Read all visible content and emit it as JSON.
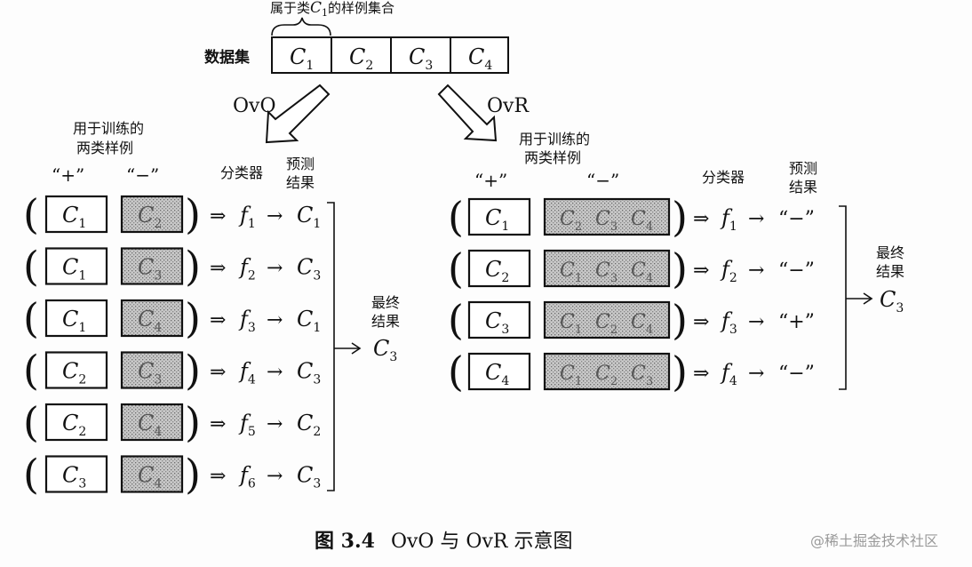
{
  "dataset": {
    "label": "数据集",
    "brace_label_prefix": "属于类",
    "brace_label_sym": "C",
    "brace_label_sub": "1",
    "brace_label_suffix": "的样例集合",
    "cells": [
      {
        "sym": "C",
        "sub": "1"
      },
      {
        "sym": "C",
        "sub": "2"
      },
      {
        "sym": "C",
        "sub": "3"
      },
      {
        "sym": "C",
        "sub": "4"
      }
    ]
  },
  "ovo": {
    "arrow_label": "OvO",
    "train_label_line1": "用于训练的",
    "train_label_line2": "两类样例",
    "plus_header": "“+”",
    "minus_header": "“−”",
    "classifier_header": "分类器",
    "pred_header_line1": "预测",
    "pred_header_line2": "结果",
    "final_line1": "最终",
    "final_line2": "结果",
    "final_sym": "C",
    "final_sub": "3",
    "rows": [
      {
        "pos": "1",
        "neg": "2",
        "f": "1",
        "pred": "1"
      },
      {
        "pos": "1",
        "neg": "3",
        "f": "2",
        "pred": "3"
      },
      {
        "pos": "1",
        "neg": "4",
        "f": "3",
        "pred": "1"
      },
      {
        "pos": "2",
        "neg": "3",
        "f": "4",
        "pred": "3"
      },
      {
        "pos": "2",
        "neg": "4",
        "f": "5",
        "pred": "2"
      },
      {
        "pos": "3",
        "neg": "4",
        "f": "6",
        "pred": "3"
      }
    ]
  },
  "ovr": {
    "arrow_label": "OvR",
    "train_label_line1": "用于训练的",
    "train_label_line2": "两类样例",
    "plus_header": "“+”",
    "minus_header": "“−”",
    "classifier_header": "分类器",
    "pred_header_line1": "预测",
    "pred_header_line2": "结果",
    "final_line1": "最终",
    "final_line2": "结果",
    "final_sym": "C",
    "final_sub": "3",
    "rows": [
      {
        "pos": "1",
        "neg": [
          "2",
          "3",
          "4"
        ],
        "f": "1",
        "pred": "“−”"
      },
      {
        "pos": "2",
        "neg": [
          "1",
          "3",
          "4"
        ],
        "f": "2",
        "pred": "“−”"
      },
      {
        "pos": "3",
        "neg": [
          "1",
          "2",
          "4"
        ],
        "f": "3",
        "pred": "“+”"
      },
      {
        "pos": "4",
        "neg": [
          "1",
          "2",
          "3"
        ],
        "f": "4",
        "pred": "“−”"
      }
    ]
  },
  "symbols": {
    "class_sym": "C",
    "f_sym": "f",
    "implies": "⇒",
    "arrow": "→",
    "lparen": "(",
    "rparen": ")"
  },
  "caption": {
    "fig_label": "图 3.4",
    "text": "OvO 与 OvR 示意图"
  },
  "watermark": "@稀土掘金技术社区",
  "colors": {
    "ink": "#111111",
    "shade": "#bdbdbd",
    "shade_dot": "#6a6a6a"
  }
}
